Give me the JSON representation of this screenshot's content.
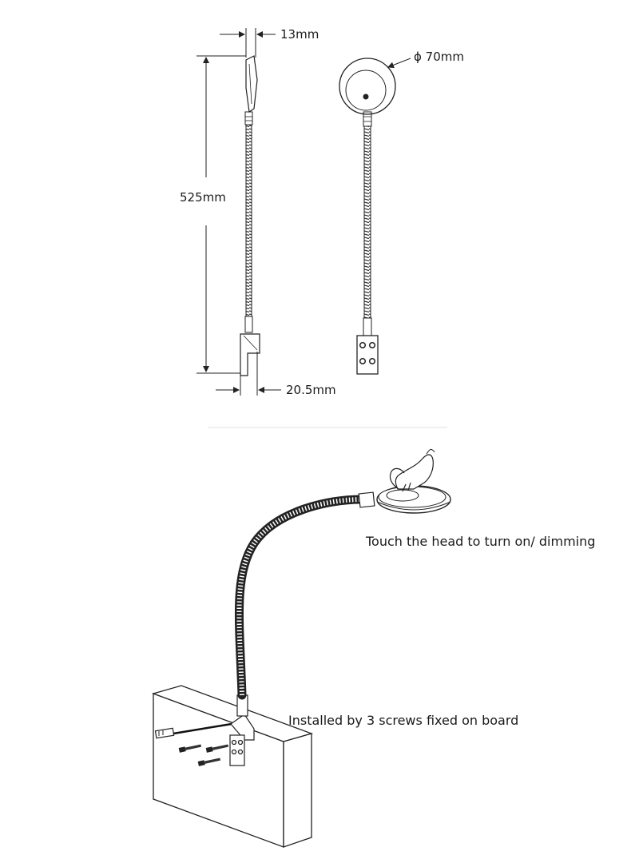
{
  "dimensions": {
    "width_label": "13mm",
    "height_label": "525mm",
    "diameter_label": "ϕ 70mm",
    "base_label": "20.5mm"
  },
  "annotations": {
    "touch": "Touch the head to turn on/ dimming",
    "install": "Installed by 3 screws fixed on board"
  }
}
